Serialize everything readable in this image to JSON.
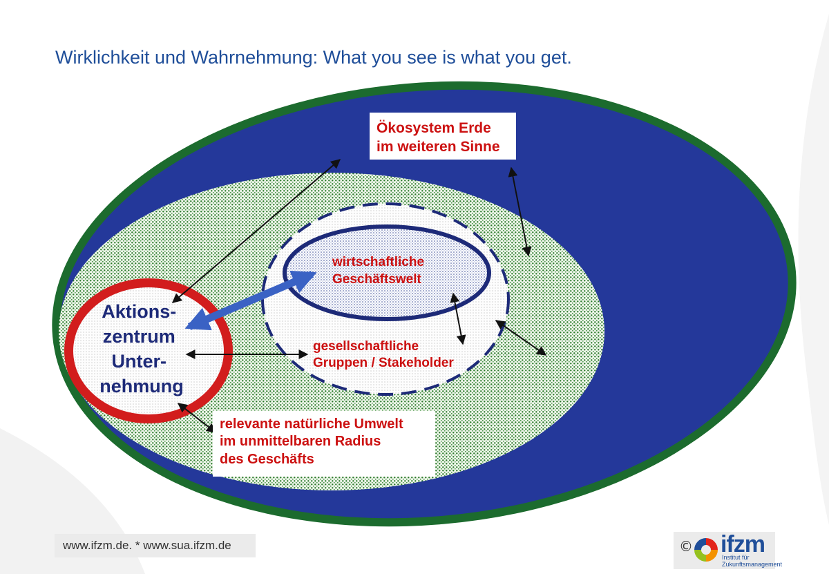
{
  "title": "Wirklichkeit und Wahrnehmung: What you see is what you get.",
  "labels": {
    "oekosystem_line1": "Ökosystem Erde",
    "oekosystem_line2": "im weiteren Sinne",
    "wirtschaft_line1": "wirtschaftliche",
    "wirtschaft_line2": "Geschäftswelt",
    "gesellschaft_line1": "gesellschaftliche",
    "gesellschaft_line2": "Gruppen / Stakeholder",
    "aktions_line1": "Aktions-",
    "aktions_line2": "zentrum",
    "aktions_line3": "Unter-",
    "aktions_line4": "nehmung",
    "umwelt_line1": "relevante natürliche Umwelt",
    "umwelt_line2": "im unmittelbaren Radius",
    "umwelt_line3": "des Geschäfts"
  },
  "footer": {
    "url": "www.ifzm.de. * www.sua.ifzm.de",
    "copyright": "©",
    "logo_word": "ifzm",
    "logo_sub1": "Institut für",
    "logo_sub2": "Zukunftsmanagement"
  },
  "colors": {
    "title": "#1f4e99",
    "outer_ring": "#1c6b2e",
    "outer_fill": "#24389a",
    "label_red": "#cc1111",
    "center_red": "#d21d1d",
    "aktions_text": "#1d2a78",
    "double_arrow": "#3a62c4"
  }
}
